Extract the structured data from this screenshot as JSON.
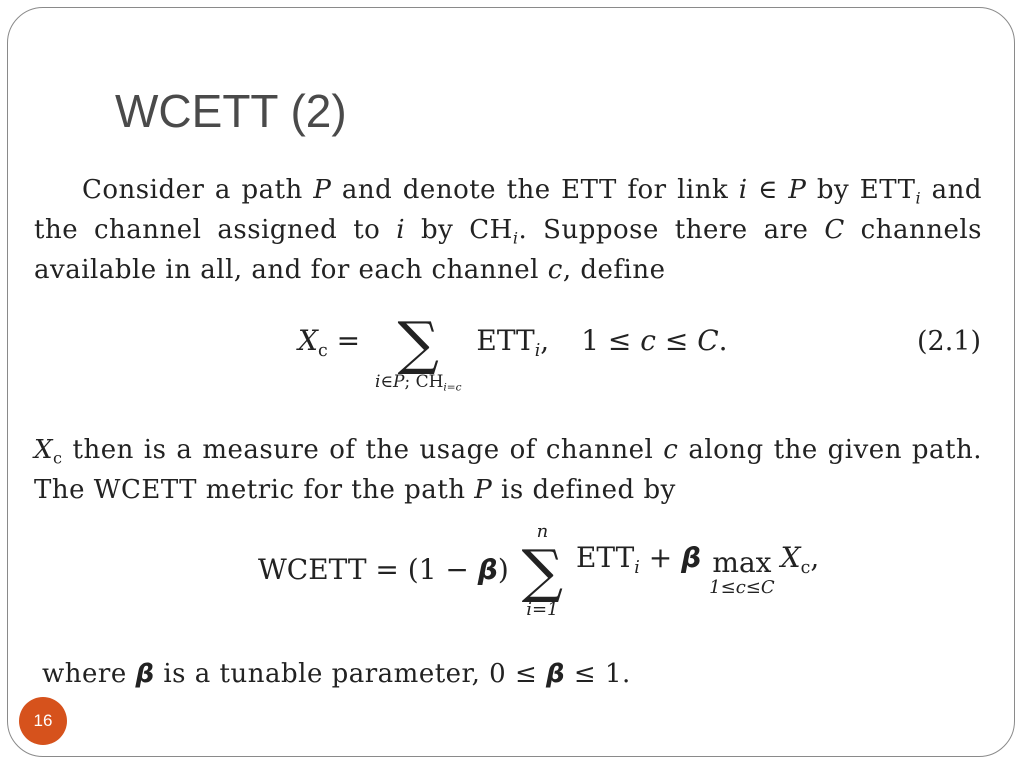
{
  "slide": {
    "title": "WCETT (2)",
    "page_number": "16",
    "accent_color": "#d6521c",
    "para1": {
      "line1_pre": "Consider a path ",
      "line1_P": "P",
      "line1_mid": " and denote the ETT for link ",
      "line1_i": "i",
      "line1_in": " ∈ ",
      "line1_P2": "P",
      "line1_by": " by ETT",
      "line1_sub": "i",
      "line1_end": " and",
      "line2_pre": "the channel assigned to ",
      "line2_i": "i",
      "line2_by": " by CH",
      "line2_sub": "i",
      "line2_mid": ". Suppose there are ",
      "line2_C": "C",
      "line2_end": " channels",
      "line3_pre": "available in all, and for each channel ",
      "line3_c": "c",
      "line3_end": ", define"
    },
    "eq1": {
      "lhs_X": "X",
      "lhs_sub": "c",
      "equals": " = ",
      "sigma": "∑",
      "lim_i": "i",
      "lim_in": "∈",
      "lim_P": "P",
      "lim_ch": "; CH",
      "lim_sub": "i=c",
      "ett": "ETT",
      "ett_sub": "i",
      "comma": ",",
      "range": "1 ≤ ",
      "range_c": "c",
      "range_le": " ≤ ",
      "range_C": "C",
      "period": ".",
      "number": "(2.1)"
    },
    "para2": {
      "line1_X": "X",
      "line1_sub": "c",
      "line1_mid": " then is a measure of the usage of channel ",
      "line1_c": "c",
      "line1_end": " along the given path.",
      "line2_pre": "The WCETT metric for the path ",
      "line2_P": "P",
      "line2_end": " is defined by"
    },
    "eq2": {
      "lhs": "WCETT = (1 − ",
      "beta1": "β",
      "close": ")",
      "sup_n": "n",
      "sigma": "∑",
      "lim": "i=1",
      "ett": "ETT",
      "ett_sub": "i",
      "plus": " + ",
      "beta2": "β",
      "max": "max",
      "max_lim": "1≤c≤C",
      "X": "X",
      "X_sub": "c",
      "end": ","
    },
    "para3": {
      "pre": "where ",
      "beta": "β",
      "mid": " is a tunable parameter, 0 ≤ ",
      "beta2": "β",
      "end": " ≤ 1."
    }
  }
}
